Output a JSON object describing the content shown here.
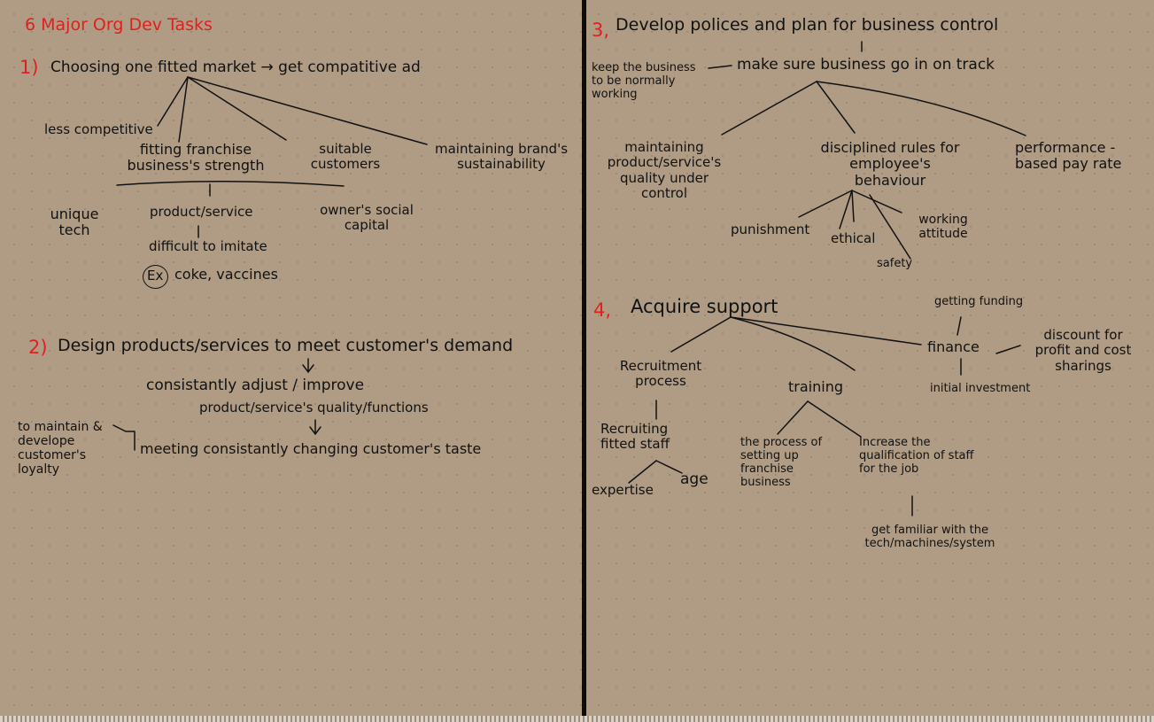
{
  "left_page": {
    "title": "6 Major Org Dev Tasks",
    "task1": {
      "number": "1)",
      "heading": "Choosing one fitted market → get compatitive ad",
      "branches": [
        "less competitive",
        "fitting franchise business's strength",
        "suitable customers",
        "maintaining brand's sustainability"
      ],
      "strength_sub": [
        "unique tech",
        "product/service",
        "owner's social capital"
      ],
      "product_note": "difficult to imitate",
      "example_marker": "Ex",
      "example": "coke, vaccines"
    },
    "task2": {
      "number": "2)",
      "heading": "Design products/services to meet customer's demand",
      "step1": "consistantly adjust / improve",
      "step2": "product/service's quality/functions",
      "step3": "meeting consistantly changing customer's taste",
      "side_note": "to maintain & develope customer's loyalty"
    }
  },
  "right_page": {
    "task3": {
      "number": "3,",
      "heading": "Develop polices and plan for business control",
      "goal": "make sure business go in on track",
      "side_note": "keep the business to be normally working",
      "branches": [
        "maintaining product/service's quality under control",
        "disciplined rules for employee's behaviour",
        "performance - based pay rate"
      ],
      "rules_sub": [
        "punishment",
        "ethical",
        "safety",
        "working attitude"
      ]
    },
    "task4": {
      "number": "4,",
      "heading": "Acquire support",
      "branches": [
        "Recruitment process",
        "training",
        "finance"
      ],
      "recruit_sub": "Recruiting fitted staff",
      "recruit_leaves": [
        "expertise",
        "age"
      ],
      "training_sub": [
        "the process of setting up franchise business",
        "Increase the qualification of staff for the job"
      ],
      "training_note": "get familiar with the tech/machines/system",
      "finance_sub": [
        "getting funding",
        "discount for profit and cost sharings",
        "initial investment"
      ]
    }
  }
}
